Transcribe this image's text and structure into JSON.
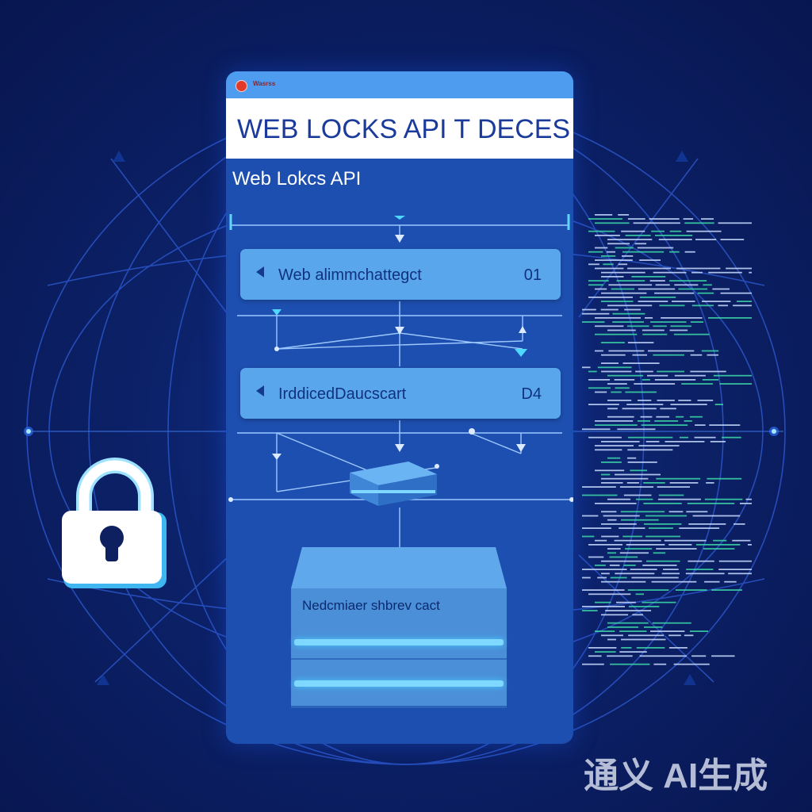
{
  "window": {
    "titlebar_label": "Wasrss",
    "title": "WEB LOCKS  API  T DECES",
    "subtitle": "Web  Lokcs API"
  },
  "nodes": [
    {
      "label": "Web alimmchattegct",
      "code": "01"
    },
    {
      "label": "IrddicedDaucscart",
      "code": "D4"
    }
  ],
  "storage": {
    "label": "Nedcmiaer shbrev cact"
  },
  "watermark": "通义 AI生成",
  "colors": {
    "background": "#0b1d5a",
    "panel": "#1d4fb0",
    "titlebar": "#4d9cf0",
    "node": "#5aa6ec",
    "accent": "#7fd8ff",
    "code_green": "#3ed9a8"
  },
  "icons": [
    "lock-icon",
    "window-close-dot-icon",
    "arrow-left-icon",
    "storage-stack-icon"
  ]
}
